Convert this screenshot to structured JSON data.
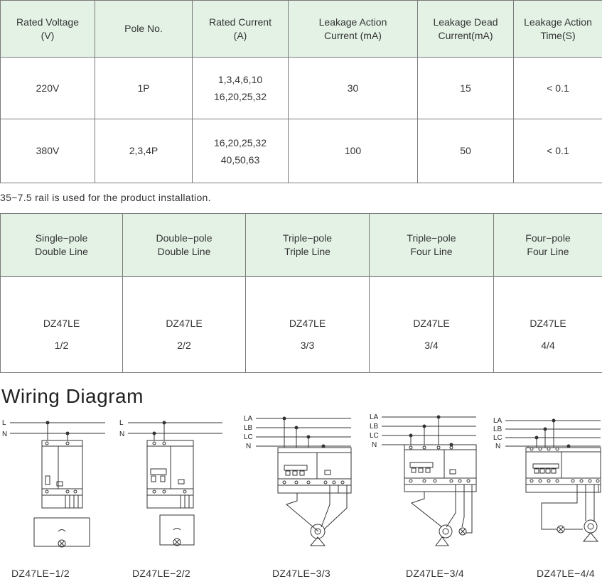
{
  "spec_table": {
    "headers": [
      [
        "Rated Voltage",
        "(V)"
      ],
      [
        "Pole No."
      ],
      [
        "Rated Current",
        "(A)"
      ],
      [
        "Leakage Action",
        "Current (mA)"
      ],
      [
        "Leakage Dead",
        "Current(mA)"
      ],
      [
        "Leakage Action",
        "Time(S)"
      ]
    ],
    "rows": [
      {
        "voltage": "220V",
        "poles": "1P",
        "current_l1": "1,3,4,6,10",
        "current_l2": "16,20,25,32",
        "action": "30",
        "dead": "15",
        "time": "< 0.1"
      },
      {
        "voltage": "380V",
        "poles": "2,3,4P",
        "current_l1": "16,20,25,32",
        "current_l2": "40,50,63",
        "action": "100",
        "dead": "50",
        "time": "< 0.1"
      }
    ]
  },
  "rail_note": "35−7.5 rail is used for the product installation.",
  "model_table": {
    "headers": [
      [
        "Single−pole",
        "Double Line"
      ],
      [
        "Double−pole",
        "Double Line"
      ],
      [
        "Triple−pole",
        "Triple Line"
      ],
      [
        "Triple−pole",
        "Four Line"
      ],
      [
        "Four−pole",
        "Four Line"
      ]
    ],
    "models": [
      "DZ47LE",
      "DZ47LE",
      "DZ47LE",
      "DZ47LE",
      "DZ47LE"
    ],
    "ratios": [
      "1/2",
      "2/2",
      "3/3",
      "3/4",
      "4/4"
    ]
  },
  "wiring": {
    "title": "Wiring Diagram",
    "line_labels_2": [
      "L",
      "N"
    ],
    "line_labels_4": [
      "LA",
      "LB",
      "LC",
      "N"
    ],
    "captions": [
      "DZ47LE−1/2",
      "DZ47LE−2/2",
      "DZ47LE−3/3",
      "DZ47LE−3/4",
      "DZ47LE−4/4"
    ]
  }
}
